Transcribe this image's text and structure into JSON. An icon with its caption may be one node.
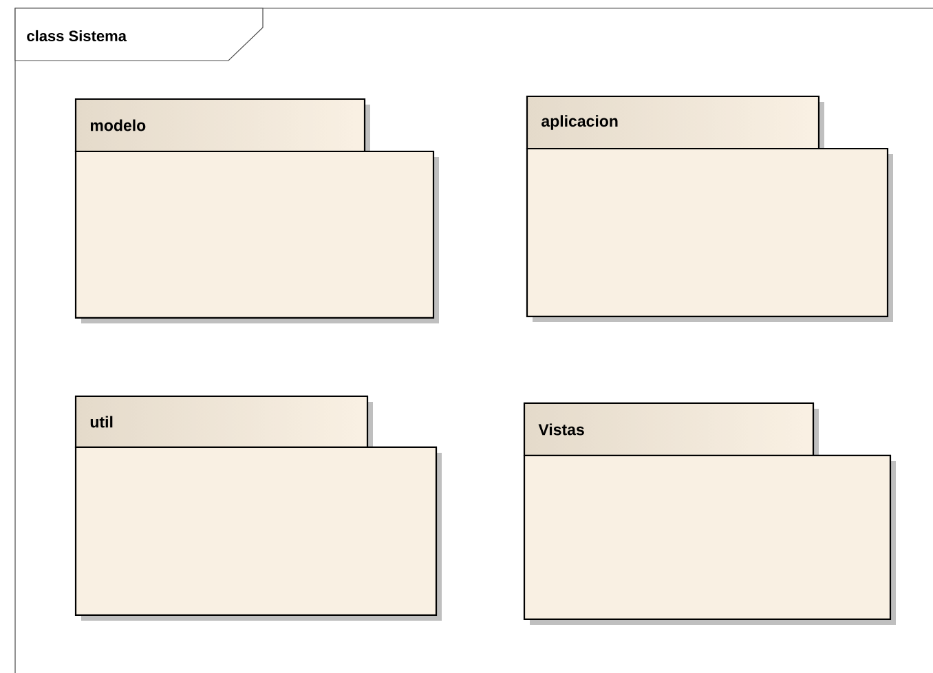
{
  "diagram": {
    "nodes": [
      {
        "text": [
          "class Sistema"
        ]
      },
      {
        "text": [
          "modelo"
        ],
        "in": 0
      },
      {
        "text": [
          "aplicacion"
        ],
        "in": 0
      },
      {
        "text": [
          "util"
        ],
        "in": 0
      },
      {
        "text": [
          "Vistas"
        ],
        "in": 0
      }
    ]
  }
}
